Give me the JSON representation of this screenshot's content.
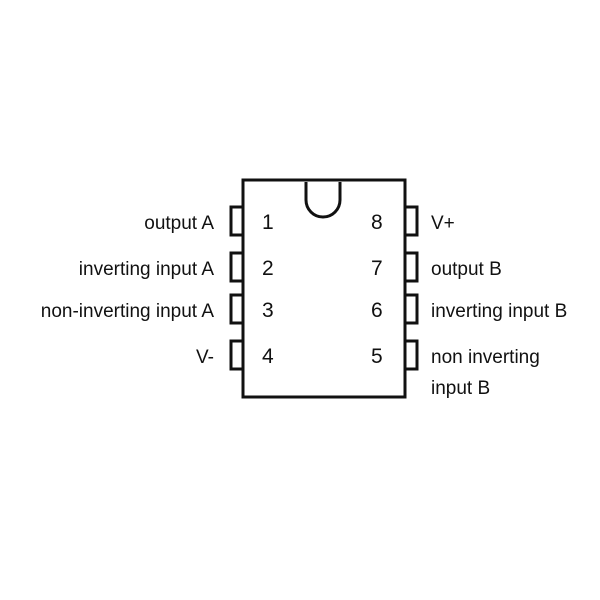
{
  "pins": [
    {
      "number": "1",
      "label": "output A",
      "side": "left"
    },
    {
      "number": "2",
      "label": "inverting input A",
      "side": "left"
    },
    {
      "number": "3",
      "label": "non-inverting input A",
      "side": "left"
    },
    {
      "number": "4",
      "label": "V-",
      "side": "left"
    },
    {
      "number": "8",
      "label": "V+",
      "side": "right"
    },
    {
      "number": "7",
      "label": "output B",
      "side": "right"
    },
    {
      "number": "6",
      "label": "inverting input B",
      "side": "right"
    },
    {
      "number": "5",
      "label_lines": [
        "non inverting",
        "input B"
      ],
      "side": "right"
    }
  ],
  "colors": {
    "line": "#111111",
    "background": "#ffffff"
  }
}
